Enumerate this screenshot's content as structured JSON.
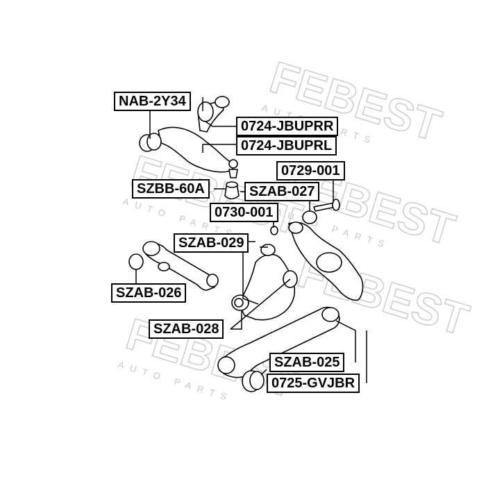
{
  "watermark": {
    "brand": "FEBEST",
    "sub": "AUTO PARTS"
  },
  "labels": {
    "nab_2y34": "NAB-2Y34",
    "jbuprr": "0724-JBUPRR",
    "jbuprl": "0724-JBUPRL",
    "szbb_60a": "SZBB-60A",
    "szab_027": "SZAB-027",
    "p0729_001": "0729-001",
    "p0730_001": "0730-001",
    "szab_029": "SZAB-029",
    "szab_026": "SZAB-026",
    "szab_028": "SZAB-028",
    "szab_025": "SZAB-025",
    "gvjbr": "0725-GVJBR"
  }
}
